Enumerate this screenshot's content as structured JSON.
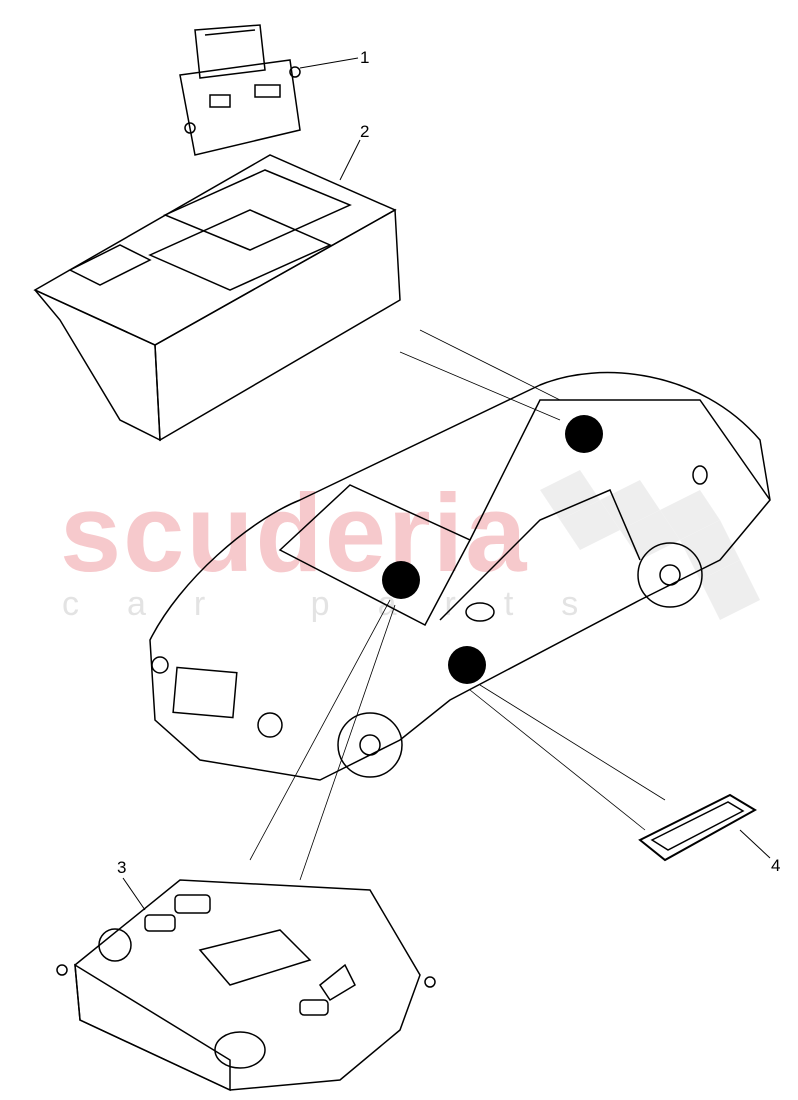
{
  "watermark": {
    "brand": "scuderia",
    "sub": "car parts"
  },
  "callouts": [
    {
      "number": "1"
    },
    {
      "number": "2"
    },
    {
      "number": "3"
    },
    {
      "number": "4"
    }
  ],
  "colors": {
    "line": "#000000",
    "watermark": "#f6c9cc",
    "marker": "#000000"
  }
}
